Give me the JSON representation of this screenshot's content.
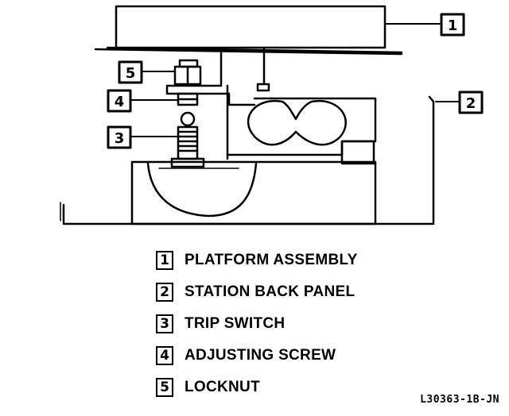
{
  "callouts": [
    "1",
    "2",
    "3",
    "4",
    "5"
  ],
  "legend": [
    {
      "number": "1",
      "label": "PLATFORM ASSEMBLY"
    },
    {
      "number": "2",
      "label": "STATION BACK PANEL"
    },
    {
      "number": "3",
      "label": "TRIP SWITCH"
    },
    {
      "number": "4",
      "label": "ADJUSTING SCREW"
    },
    {
      "number": "5",
      "label": "LOCKNUT"
    }
  ],
  "figure_id": "L30363-1B-JN"
}
